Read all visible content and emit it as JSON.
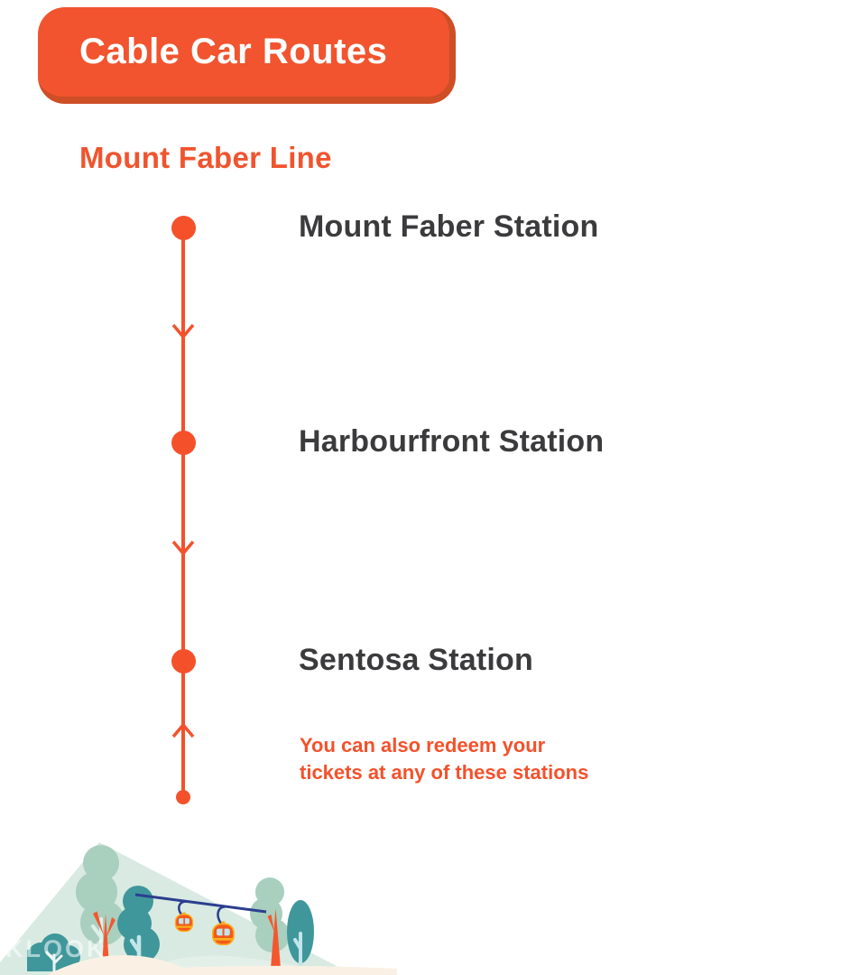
{
  "header": {
    "title": "Cable Car Routes"
  },
  "route": {
    "line_name": "Mount Faber Line",
    "stations": [
      "Mount Faber Station",
      "Harbourfront Station",
      "Sentosa Station"
    ],
    "note_line1": "You can also redeem your",
    "note_line2": "tickets at any of these stations"
  },
  "watermark": "KLOOK",
  "icons": {
    "station_marker": "circle-dot",
    "direction_down": "chevron-down",
    "direction_up": "chevron-up",
    "terminus": "small-dot",
    "cable_car": "gondola",
    "scenery": [
      "mountain",
      "trees",
      "hill",
      "cable-line"
    ]
  },
  "colors": {
    "orange": "#F1542E",
    "orange_dark_edge": "#CE4E26",
    "orange_line": "#F4512B",
    "station_text": "#3B3B3D",
    "header_text": "#FFFFFF",
    "mountain_mint": "#D8EAE2",
    "mountain_mint_light": "#E3F0E9",
    "tree_sage": "#A9CFBE",
    "tree_teal": "#3F979B",
    "trunk_ice_blue": "#C3E6EA",
    "cable_navy": "#2C3E8F",
    "hill_cream": "#FAF1E4",
    "gondola_orange": "#F4581C",
    "gondola_yellow": "#F9AF1D",
    "gondola_window": "#BFE4EE"
  }
}
